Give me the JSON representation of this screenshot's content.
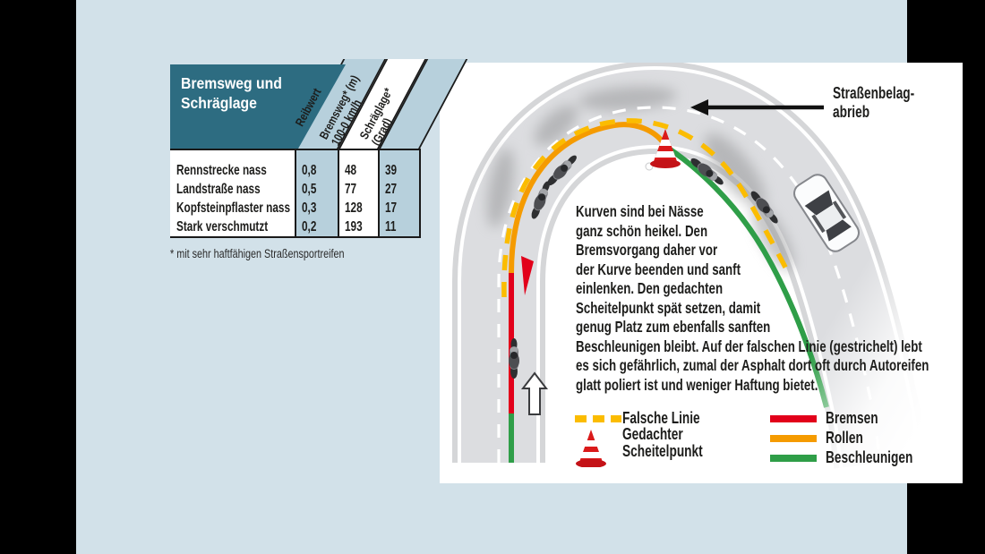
{
  "table": {
    "title": "Bremsweg und\nSchräglage",
    "headers": {
      "c1": "Reibwert",
      "c2": "Bremsweg* (m)\n100-0 km/h",
      "c3": "Schräglage*\n(Grad)"
    },
    "rows": [
      {
        "label": "Rennstrecke nass",
        "v1": "0,8",
        "v2": "48",
        "v3": "39"
      },
      {
        "label": "Landstraße nass",
        "v1": "0,5",
        "v2": "77",
        "v3": "27"
      },
      {
        "label": "Kopfsteinpflaster nass",
        "v1": "0,3",
        "v2": "128",
        "v3": "17"
      },
      {
        "label": "Stark verschmutzt",
        "v1": "0,2",
        "v2": "193",
        "v3": "11"
      }
    ],
    "footnote": "* mit sehr haftfähigen Straßensportreifen"
  },
  "diagram": {
    "callout": "Straßenbelag-\nabrieb",
    "paragraph": "Kurven sind bei Nässe\nganz schön heikel. Den\nBremsvorgang daher vor\nder Kurve beenden und sanft\neinlenken. Den gedachten\nScheitelpunkt spät setzen, damit\ngenug Platz zum ebenfalls sanften\nBeschleunigen bleibt. Auf der falschen Linie (gestrichelt) lebt\nes sich gefährlich, zumal der Asphalt dort oft durch Autoreifen\nglatt poliert ist und weniger Haftung bietet.",
    "legend": {
      "falsche_linie": "Falsche Linie",
      "scheitelpunkt": "Gedachter\nScheitelpunkt",
      "bremsen": "Bremsen",
      "rollen": "Rollen",
      "beschleunigen": "Beschleunigen"
    },
    "colors": {
      "bremsen_red": "#e2001a",
      "rollen_orange": "#f59b00",
      "beschleunigen_green": "#2f9e48",
      "falsche_linie_yellow": "#fbbc00",
      "table_teal": "#2d6c81",
      "table_column_blue": "#b7d0dc",
      "page_background": "#d2e1e9",
      "road_gray": "#dcdde0"
    }
  }
}
